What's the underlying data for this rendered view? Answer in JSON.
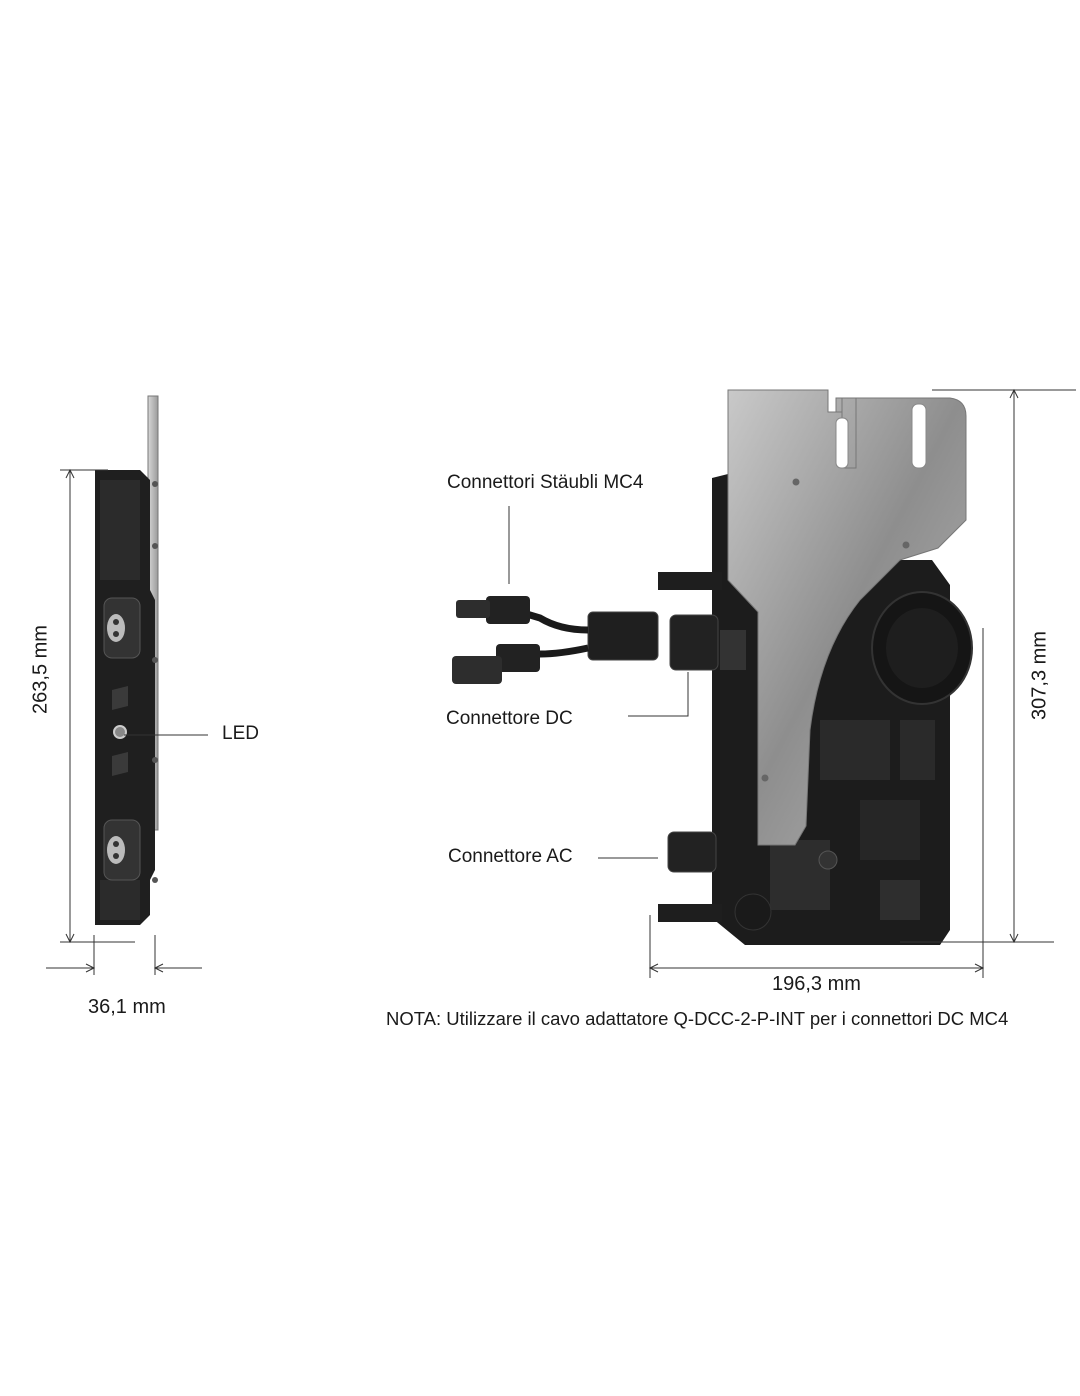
{
  "labels": {
    "mc4": "Connettori Stäubli MC4",
    "dc": "Connettore DC",
    "ac": "Connettore AC",
    "led": "LED"
  },
  "dimensions": {
    "height_side": "263,5 mm",
    "depth": "36,1 mm",
    "width_front": "196,3 mm",
    "height_front": "307,3 mm"
  },
  "note": "NOTA: Utilizzare il cavo adattatore Q-DCC-2-P-INT per i connettori DC MC4",
  "colors": {
    "body": "#1c1c1c",
    "plate": "#9a9a9a",
    "line": "#333333"
  }
}
